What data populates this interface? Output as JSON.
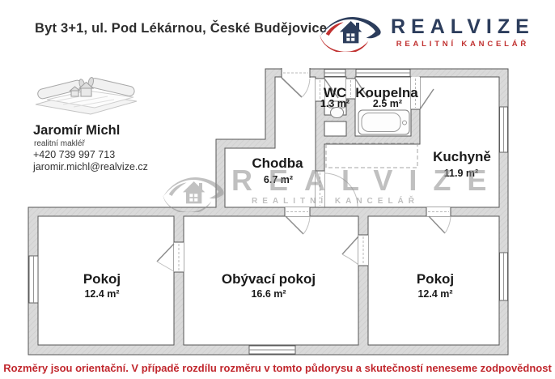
{
  "header": {
    "title": "Byt 3+1, ul. Pod Lékárnou, České Budějovice",
    "logo": {
      "brand": "REALVIZE",
      "tagline": "REALITNÍ KANCELÁŘ",
      "brand_color": "#2c3d5c",
      "tagline_color": "#c13231"
    }
  },
  "agent": {
    "name": "Jaromír Michl",
    "role": "realitní makléř",
    "phone": "+420 739 997 713",
    "email": "jaromir.michl@realvize.cz"
  },
  "watermark": {
    "brand": "REALVIZE",
    "tagline": "REALITNÍ KANCELÁŘ"
  },
  "floorplan": {
    "rooms": {
      "chodba": {
        "name": "Chodba",
        "area": "6.7 m²"
      },
      "wc": {
        "name": "WC",
        "area": "1.3 m²"
      },
      "koupelna": {
        "name": "Koupelna",
        "area": "2.5 m²"
      },
      "kuchyne": {
        "name": "Kuchyně",
        "area": "11.9 m²"
      },
      "pokoj1": {
        "name": "Pokoj",
        "area": "12.4 m²"
      },
      "obyvaci": {
        "name": "Obývací pokoj",
        "area": "16.6 m²"
      },
      "pokoj2": {
        "name": "Pokoj",
        "area": "12.4 m²"
      }
    },
    "wall_fill": "#dadada"
  },
  "icons": {
    "logo_icon": "realvize-eye-icon",
    "agent_image": "rolled-blueprints-illustration",
    "fixtures": [
      "toilet-icon",
      "bathtub-icon",
      "kitchen-counter-dashed"
    ]
  },
  "disclaimer": "Rozměry jsou orientační. V případě rozdílu rozměru v tomto půdorysu a skutečností neneseme zodpovědnost"
}
